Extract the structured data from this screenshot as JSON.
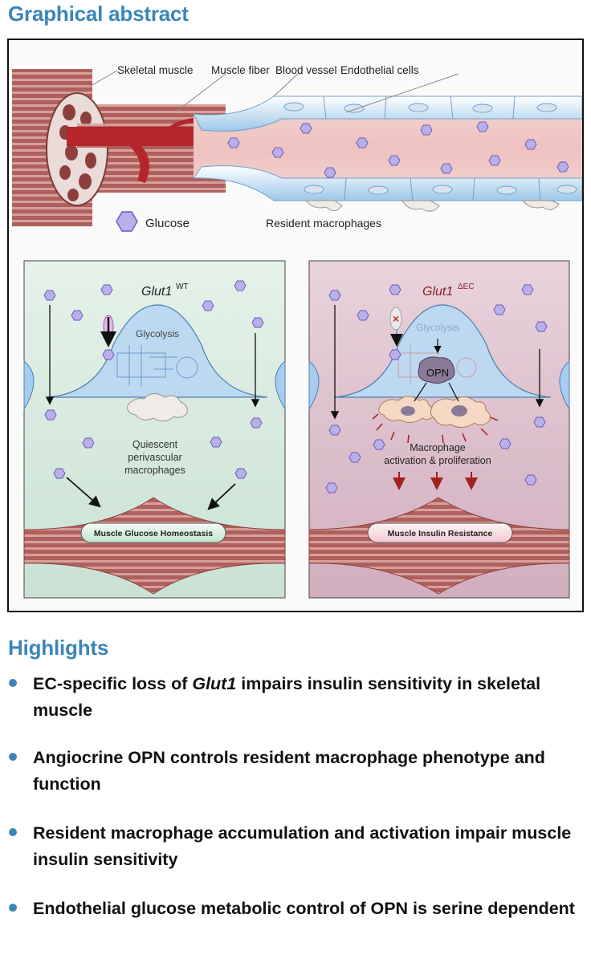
{
  "graphical_abstract_title": "Graphical abstract",
  "highlights_title": "Highlights",
  "figure": {
    "top_labels": {
      "skeletal_muscle": "Skeletal muscle",
      "muscle_fiber": "Muscle fiber",
      "blood_vessel": "Blood vessel",
      "endothelial_cells": "Endothelial cells",
      "glucose": "Glucose",
      "resident_macrophages": "Resident macrophages"
    },
    "left_panel": {
      "gene": "Glut1",
      "superscript": "WT",
      "glycolysis": "Glycolysis",
      "macrophage_line1": "Quiescent",
      "macrophage_line2": "perivascular",
      "macrophage_line3": "macrophages",
      "outcome": "Muscle Glucose Homeostasis"
    },
    "right_panel": {
      "gene": "Glut1",
      "superscript": "ΔEC",
      "glycolysis": "Glycolysis",
      "protein": "OPN",
      "macrophage_line1": "Macrophage",
      "macrophage_line2": "activation & proliferation",
      "outcome": "Muscle Insulin Resistance"
    }
  },
  "highlights": [
    {
      "pre": "EC-specific loss of ",
      "italic": "Glut1",
      "post": " impairs insulin sensitivity in skeletal muscle"
    },
    {
      "pre": "Angiocrine OPN controls resident macrophage phenotype and function",
      "italic": "",
      "post": ""
    },
    {
      "pre": "Resident macrophage accumulation and activation impair muscle insulin sensitivity",
      "italic": "",
      "post": ""
    },
    {
      "pre": "Endothelial glucose metabolic control of OPN is serine dependent",
      "italic": "",
      "post": ""
    }
  ],
  "colors": {
    "accent_blue": "#3b86b8",
    "muscle_red": "#b0524e",
    "left_panel_bg": "#d8ebdf",
    "right_panel_bg": "#dcbfcc",
    "glucose": "#b9b0ea"
  }
}
